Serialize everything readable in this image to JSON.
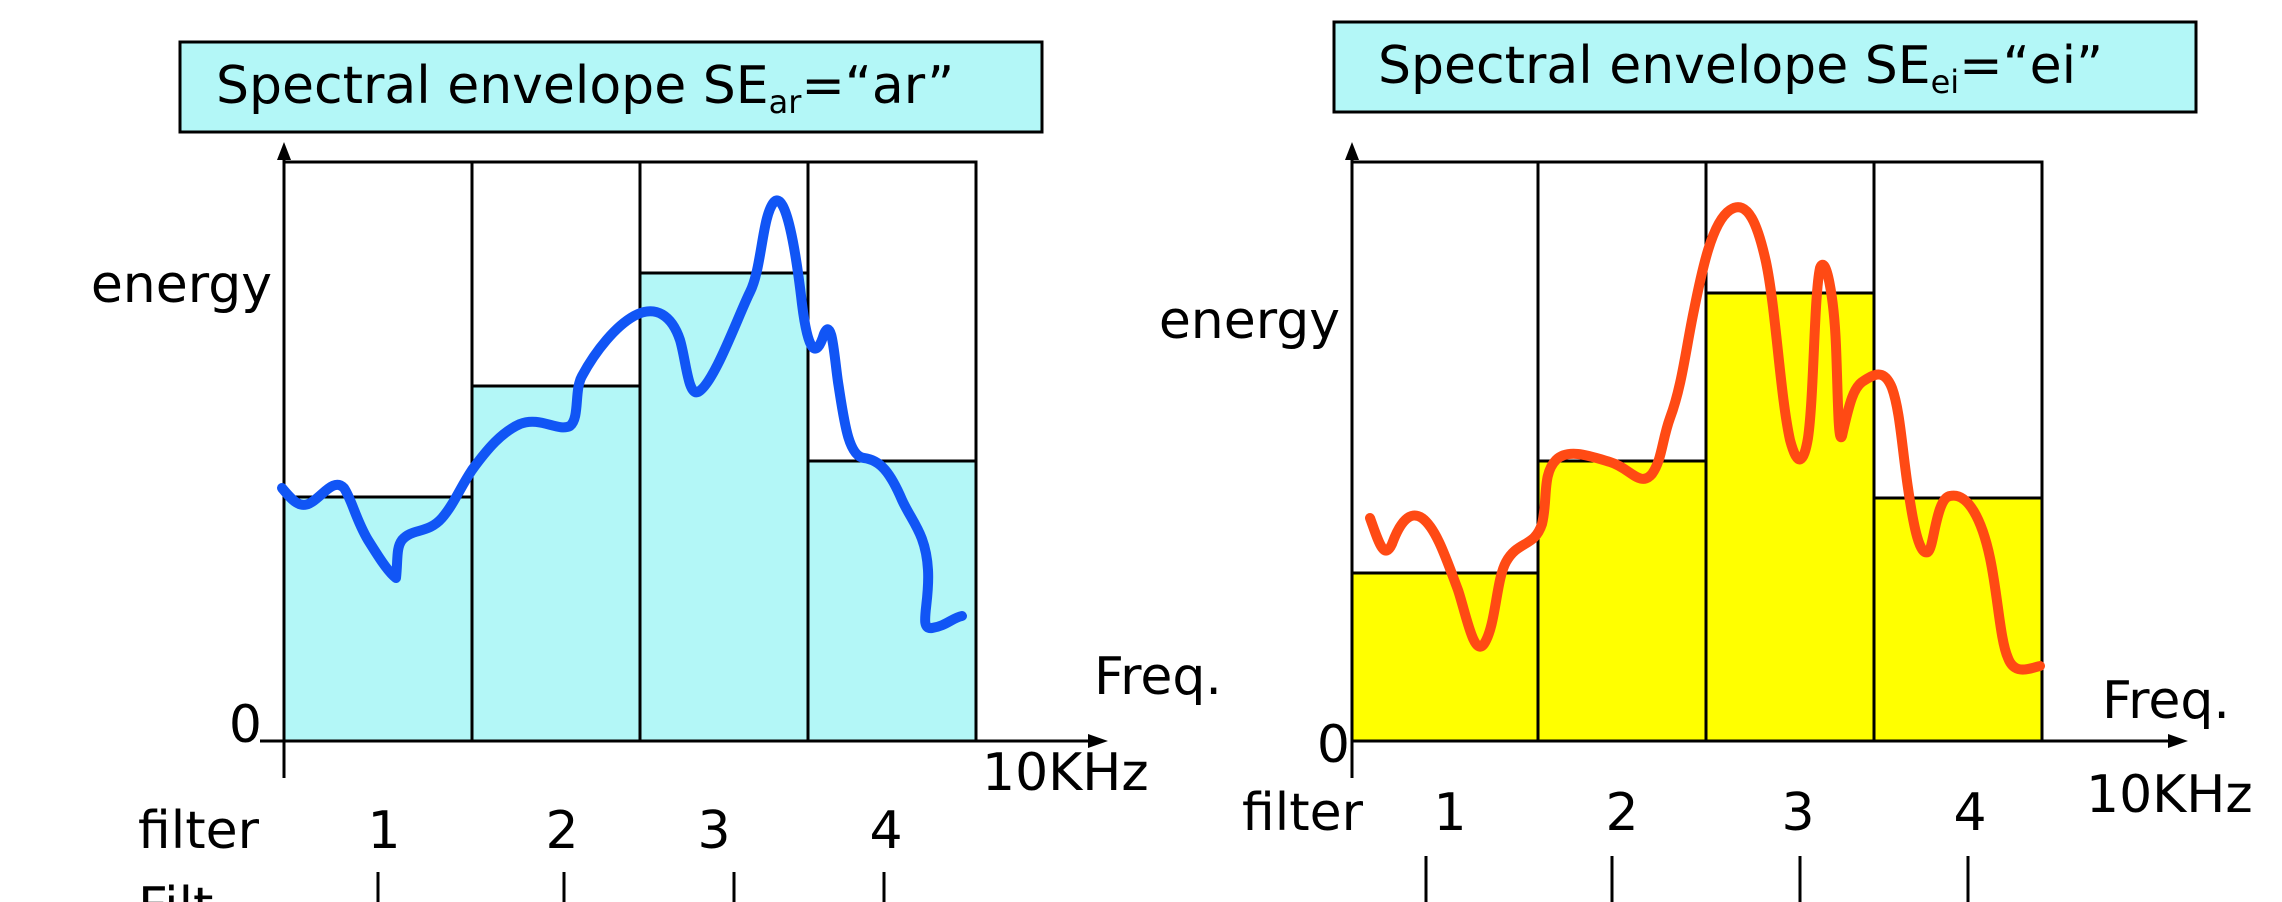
{
  "colors": {
    "left_fill": "#b3f7f7",
    "left_curve": "#1155f5",
    "right_fill": "#ffff00",
    "right_curve": "#ff4a14",
    "title_fill": "#b3f7f7",
    "line": "#000000"
  },
  "charts": [
    {
      "id": "ar",
      "title": {
        "prefix": "Spectral envelope SE",
        "subscript": "ar",
        "suffix": "=“ar”"
      },
      "y_label": "energy",
      "zero_label": "0",
      "x_label": "Freq.",
      "x_max_label": "10KHz",
      "filter_label": "filter",
      "filter_numbers": [
        "1",
        "2",
        "3",
        "4"
      ]
    },
    {
      "id": "ei",
      "title": {
        "prefix": "Spectral envelope SE",
        "subscript": "ei",
        "suffix": "=“ei”"
      },
      "y_label": "energy",
      "zero_label": "0",
      "x_label": "Freq.",
      "x_max_label": "10KHz",
      "filter_label": "filter",
      "filter_numbers": [
        "1",
        "2",
        "3",
        "4"
      ]
    }
  ],
  "bottom_partial_text": "Filt"
}
